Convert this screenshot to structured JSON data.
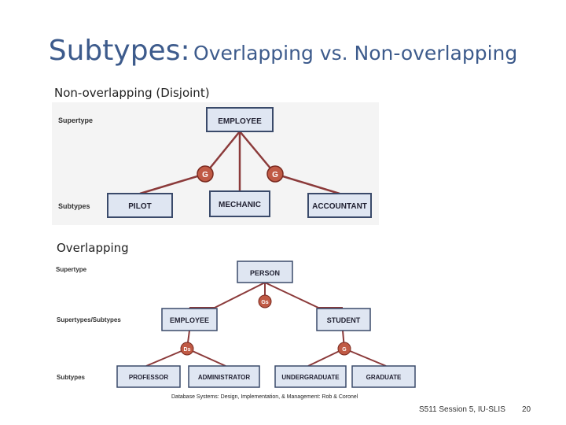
{
  "slide": {
    "title_main": "Subtypes:",
    "title_sub": "Overlapping vs. Non-overlapping",
    "section1_label": "Non-overlapping (Disjoint)",
    "section2_label": "Overlapping",
    "citation": "Database Systems: Design, Implementation, & Management: Rob & Coronel",
    "footer": "S511 Session 5, IU-SLIS",
    "page_number": "20"
  },
  "diagram1": {
    "supertype_label": "Supertype",
    "subtypes_label": "Subtypes",
    "supertype_entity": "EMPLOYEE",
    "subtype_entities": [
      "PILOT",
      "MECHANIC",
      "ACCOUNTANT"
    ],
    "discriminator_symbols": [
      "G",
      "G"
    ],
    "line_color": "#8b3a3a",
    "box_fill": "#dfe6f2",
    "circle_fill": "#c05a45"
  },
  "diagram2": {
    "supertype_label": "Supertype",
    "middle_label": "Supertypes/Subtypes",
    "subtypes_label": "Subtypes",
    "supertype_entity": "PERSON",
    "middle_entities": [
      "EMPLOYEE",
      "STUDENT"
    ],
    "subtype_entities": [
      "PROFESSOR",
      "ADMINISTRATOR",
      "UNDERGRADUATE",
      "GRADUATE"
    ],
    "discriminator_symbols": [
      "Gs",
      "Ds",
      "G"
    ],
    "line_color": "#8b3a3a",
    "box_fill": "#dfe6f2",
    "circle_fill": "#c05a45"
  }
}
